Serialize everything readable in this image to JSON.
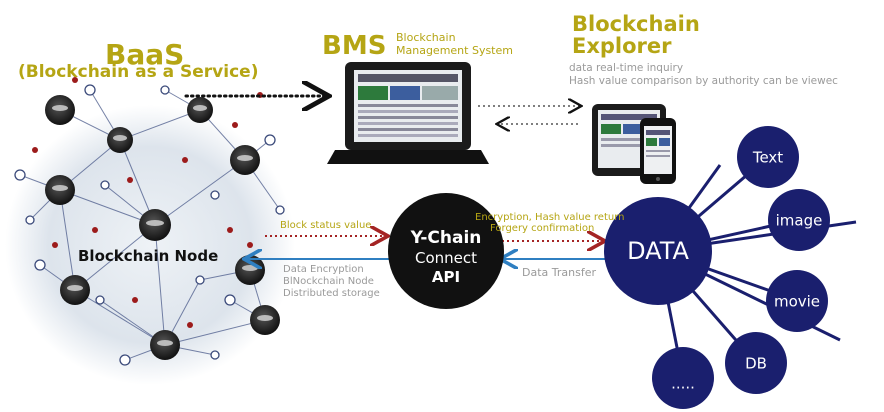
{
  "baas": {
    "title": "BaaS",
    "subtitle": "(Blockchain as a Service)"
  },
  "bms": {
    "abbr": "BMS",
    "line1": "Blockchain",
    "line2": "Management System"
  },
  "explorer": {
    "line1": "Blockchain",
    "line2": "Explorer",
    "desc1": "data real-time inquiry",
    "desc2": "Hash value comparison by authority can be viewec"
  },
  "node": {
    "label": "Blockchain Node"
  },
  "ychain": {
    "line1": "Y-Chain",
    "line2": "Connect",
    "line3": "API"
  },
  "flows": {
    "block_status": "Block status value",
    "encryption_1": "Encryption, Hash value return",
    "encryption_2": "Forgery confirmation",
    "data_transfer": "Data Transfer",
    "storage_1": "Data Encryption",
    "storage_2": "BlNockchain Node",
    "storage_3": "Distributed storage"
  },
  "data_hub": {
    "label": "DATA",
    "items": [
      "Text",
      "image",
      "movie",
      "DB",
      "....."
    ]
  },
  "colors": {
    "olive": "#b5a514",
    "navy": "#1a1f6e",
    "red_arrow": "#a42424",
    "blue_arrow": "#2f7fc1",
    "dark": "#111111"
  }
}
